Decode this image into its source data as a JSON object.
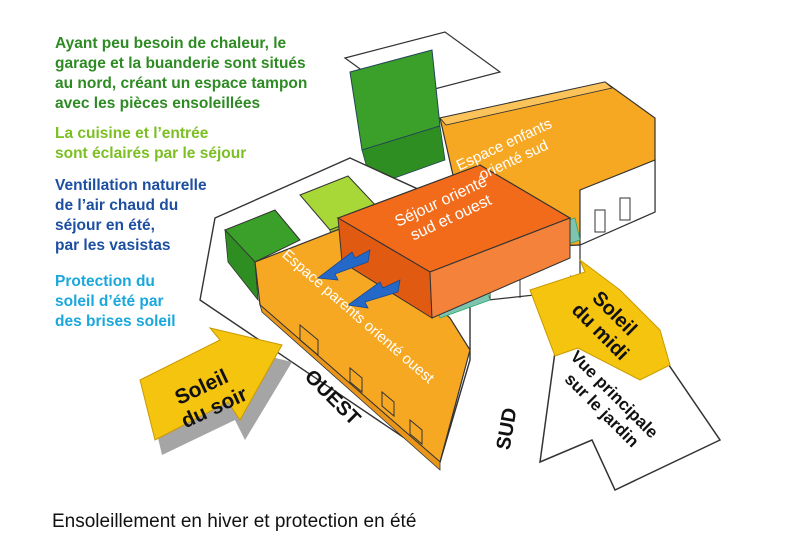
{
  "notes": {
    "north_rooms": "Ayant peu besoin de chaleur, le\ngarage et la buanderie sont situés\nau nord, créant un espace tampon\navec les pièces ensoleillées",
    "kitchen": "La cuisine et l’entrée\nsont éclairés par le séjour",
    "ventilation": "Ventillation naturelle\nde l’air chaud du\nséjour en été,\npar les vasistas",
    "sun_protection": "Protection du\nsoleil d’été par\ndes brises soleil"
  },
  "rooms": {
    "children_space": [
      "Espace enfants",
      "orienté sud"
    ],
    "living_room": [
      "Séjour orienté",
      "sud et ouest"
    ],
    "parents_space": "Espace parents orienté ouest"
  },
  "arrows": {
    "evening_sun": [
      "Soleil",
      "du soir"
    ],
    "noon_sun": [
      "Soleil",
      "du midi"
    ],
    "garden_view": [
      "Vue principale",
      "sur le jardin"
    ]
  },
  "orientation": {
    "west": "OUEST",
    "south": "SUD"
  },
  "caption": "Ensoleillement en hiver et protection en été",
  "colors": {
    "green_dark": "#3aa02a",
    "green_light": "#a8d838",
    "orange": "#f7a823",
    "orange_dark": "#f26b1a",
    "yellow_arrow": "#f5c40f",
    "blue_arrow": "#2468c8"
  }
}
